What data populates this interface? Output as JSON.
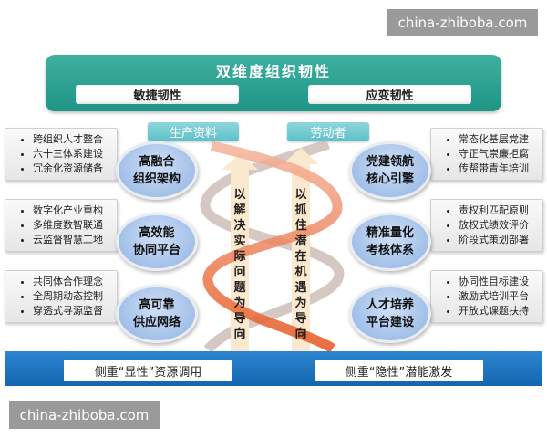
{
  "watermark": "china-zhiboba.com",
  "top": {
    "title": "双维度组织韧性",
    "left_label": "敏捷韧性",
    "right_label": "应变韧性"
  },
  "tags": {
    "left": "生产资料",
    "right": "劳动者"
  },
  "arrows": {
    "left": "以解决实际问题为导向",
    "right": "以抓住潜在机遇为导向"
  },
  "left_groups": [
    {
      "line1": "高融合",
      "line2": "组织架构",
      "items": [
        "跨组织人才整合",
        "六十三体系建设",
        "冗余化资源储备"
      ]
    },
    {
      "line1": "高效能",
      "line2": "协同平台",
      "items": [
        "数字化产业重构",
        "多维度数智联通",
        "云监督智慧工地"
      ]
    },
    {
      "line1": "高可靠",
      "line2": "供应网络",
      "items": [
        "共同体合作理念",
        "全周期动态控制",
        "穿透式寻源监督"
      ]
    }
  ],
  "right_groups": [
    {
      "line1": "党建领航",
      "line2": "核心引擎",
      "items": [
        "常态化基层党建",
        "守正气崇廉拒腐",
        "传帮带青年培训"
      ]
    },
    {
      "line1": "精准量化",
      "line2": "考核体系",
      "items": [
        "责权利匹配原则",
        "放权式绩效评价",
        "阶段式策划部署"
      ]
    },
    {
      "line1": "人才培养",
      "line2": "平台建设",
      "items": [
        "协同性目标建设",
        "激励式培训平台",
        "开放式课题扶持"
      ]
    }
  ],
  "bottom": {
    "left_label": "侧重“显性”资源调用",
    "right_label": "侧重“隐性”潜能激发"
  },
  "colors": {
    "teal": "#1f9585",
    "blue": "#1565b0",
    "helix_orange": "#e8632a",
    "helix_gray": "#c9b5ad"
  }
}
